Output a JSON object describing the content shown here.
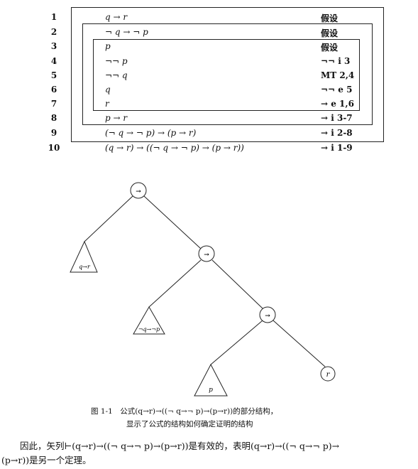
{
  "proof": {
    "rows": [
      {
        "num": "1",
        "formula": "q → r",
        "just": "假设"
      },
      {
        "num": "2",
        "formula": "¬ q → ¬ p",
        "just": "假设"
      },
      {
        "num": "3",
        "formula": "p",
        "just": "假设"
      },
      {
        "num": "4",
        "formula": "¬¬ p",
        "just": "¬¬ i 3"
      },
      {
        "num": "5",
        "formula": "¬¬ q",
        "just": "MT 2,4"
      },
      {
        "num": "6",
        "formula": "q",
        "just": "¬¬ e 5"
      },
      {
        "num": "7",
        "formula": "r",
        "just": "→ e 1,6"
      },
      {
        "num": "8",
        "formula": "p → r",
        "just": "→ i 3-7"
      },
      {
        "num": "9",
        "formula": "(¬ q → ¬ p) → (p → r)",
        "just": "→ i 2-8"
      },
      {
        "num": "10",
        "formula": "(q → r) → ((¬ q → ¬ p) → (p → r))",
        "just": "→ i 1-9"
      }
    ]
  },
  "tree": {
    "nodes": {
      "root": "→",
      "right1": "→",
      "right2": "→",
      "leaf_r": "r"
    },
    "subtrees": {
      "left1": "q→r",
      "left2": "¬q→¬p",
      "left3": "p"
    }
  },
  "caption": {
    "line1": "图 1-1　公式(q→r)→((¬ q→¬ p)→(p→r))的部分结构，",
    "line2": "显示了公式的结构如何确定证明的结构"
  },
  "paragraph": {
    "line1": "因此，矢列⊢(q→r)→((¬ q→¬ p)→(p→r))是有效的，表明(q→r)→((¬ q→¬ p)→",
    "line2": "(p→r))是另一个定理。"
  }
}
